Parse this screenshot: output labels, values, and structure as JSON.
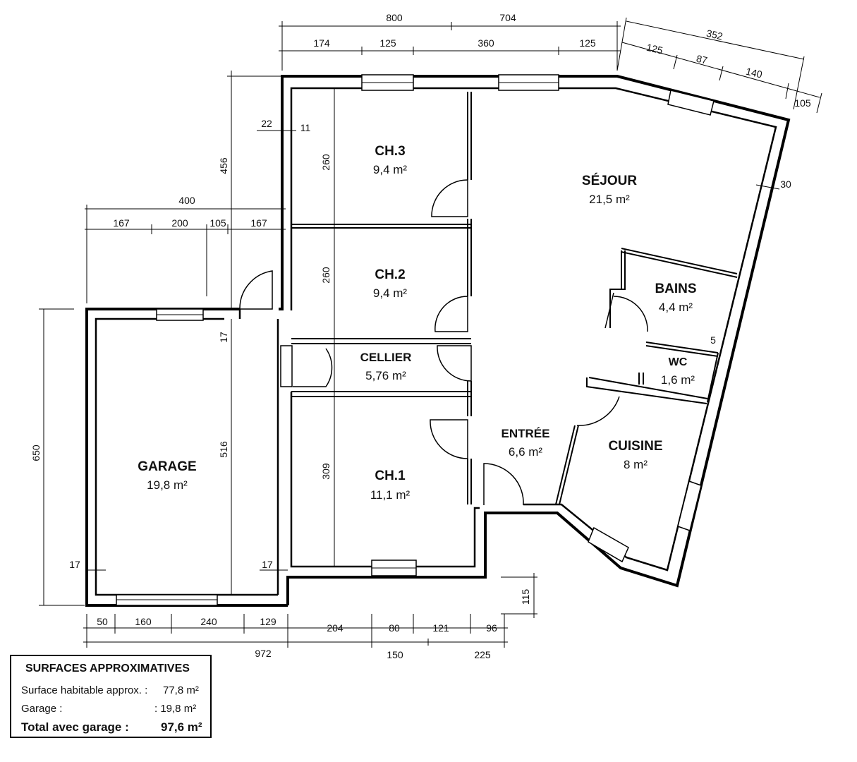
{
  "rooms": {
    "ch3": {
      "name": "CH.3",
      "area": "9,4 m²"
    },
    "ch2": {
      "name": "CH.2",
      "area": "9,4 m²"
    },
    "cellier": {
      "name": "CELLIER",
      "area": "5,76 m²"
    },
    "ch1": {
      "name": "CH.1",
      "area": "11,1 m²"
    },
    "sejour": {
      "name": "SÉJOUR",
      "area": "21,5 m²"
    },
    "bains": {
      "name": "BAINS",
      "area": "4,4 m²"
    },
    "wc": {
      "name": "WC",
      "area": "1,6 m²"
    },
    "cuisine": {
      "name": "CUISINE",
      "area": "8 m²"
    },
    "entree": {
      "name": "ENTRÉE",
      "area": "6,6 m²"
    },
    "garage": {
      "name": "GARAGE",
      "area": "19,8 m²"
    }
  },
  "dimensions": {
    "top_800": "800",
    "top_704": "704",
    "top_174": "174",
    "top_125a": "125",
    "top_360": "360",
    "top_125b": "125",
    "diag_352": "352",
    "diag_125": "125",
    "diag_87": "87",
    "diag_140": "140",
    "diag_105": "105",
    "right_30": "30",
    "v_456": "456",
    "d_22": "22",
    "d_11": "11",
    "g_400": "400",
    "g_167a": "167",
    "g_200": "200",
    "g_105": "105",
    "g_167b": "167",
    "v_260a": "260",
    "v_260b": "260",
    "v_309": "309",
    "v_650": "650",
    "v_516": "516",
    "d_17a": "17",
    "d_17b": "17",
    "d_17c": "17",
    "bains_5": "5",
    "v_115": "115",
    "b_50": "50",
    "b_160": "160",
    "b_240": "240",
    "b_129": "129",
    "b_204": "204",
    "b_80": "80",
    "b_121": "121",
    "b_96": "96",
    "b_972": "972",
    "b_150": "150",
    "b_225": "225"
  },
  "legend": {
    "title": "SURFACES APPROXIMATIVES",
    "habitable_label": "Surface habitable approx. :",
    "habitable_value": "77,8 m²",
    "garage_label": "Garage :",
    "garage_value": ": 19,8 m²",
    "total_label": "Total avec garage :",
    "total_value": "97,6 m²"
  }
}
